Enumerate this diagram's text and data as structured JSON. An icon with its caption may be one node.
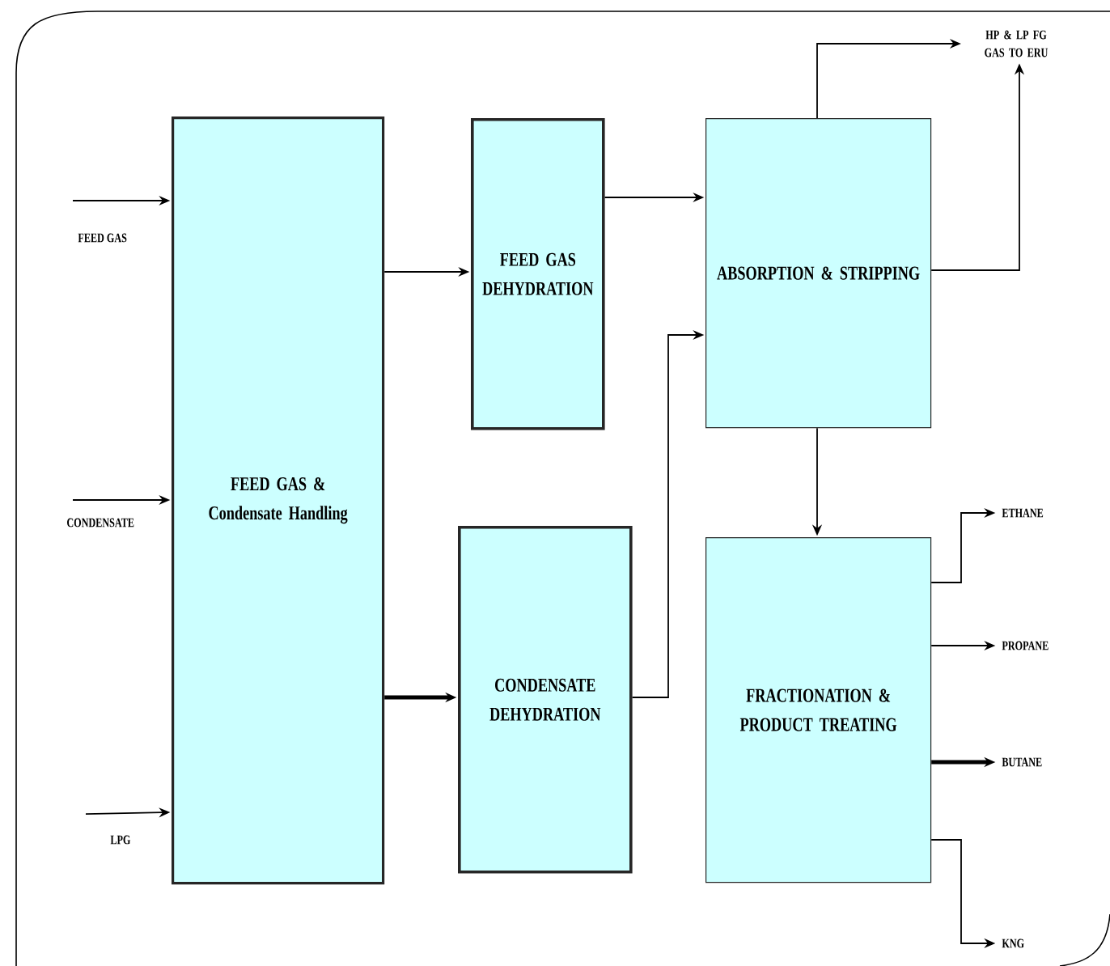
{
  "diagram": {
    "nodes": [
      {
        "text": [
          "FEED GAS"
        ]
      },
      {
        "text": [
          "CONDENSATE"
        ]
      },
      {
        "text": [
          "LPG"
        ]
      },
      {
        "text": [
          "FEED GAS & Condensate Handling"
        ]
      },
      {
        "text": [
          "FEED GAS DEHYDRATION"
        ]
      },
      {
        "text": [
          "CONDENSATE DEHYDRATION"
        ]
      },
      {
        "text": [
          "ABSORPTION & STRIPPING"
        ]
      },
      {
        "text": [
          "FRACTIONATION & PRODUCT TREATING"
        ]
      },
      {
        "text": [
          "HP & LP FG GAS TO ERU"
        ]
      },
      {
        "text": [
          "ETHANE"
        ]
      },
      {
        "text": [
          "PROPANE"
        ]
      },
      {
        "text": [
          "BUTANE"
        ]
      },
      {
        "text": [
          "KNG"
        ]
      }
    ],
    "edges": [
      {
        "from": 0,
        "to": 3,
        "arrow": "to"
      },
      {
        "from": 1,
        "to": 3,
        "arrow": "to"
      },
      {
        "from": 2,
        "to": 3,
        "arrow": "to"
      },
      {
        "from": 3,
        "to": 4,
        "arrow": "to"
      },
      {
        "from": 3,
        "to": 5,
        "arrow": "to",
        "style": "thick"
      },
      {
        "from": 4,
        "to": 6,
        "arrow": "to"
      },
      {
        "from": 5,
        "to": 6,
        "arrow": "to"
      },
      {
        "from": 6,
        "to": 8,
        "arrow": "to"
      },
      {
        "from": 6,
        "to": 8,
        "arrow": "to"
      },
      {
        "from": 6,
        "to": 7,
        "arrow": "to"
      },
      {
        "from": 7,
        "to": 9,
        "arrow": "to"
      },
      {
        "from": 7,
        "to": 10,
        "arrow": "to"
      },
      {
        "from": 7,
        "to": 11,
        "arrow": "to",
        "style": "thick"
      },
      {
        "from": 7,
        "to": 12,
        "arrow": "to"
      }
    ]
  }
}
